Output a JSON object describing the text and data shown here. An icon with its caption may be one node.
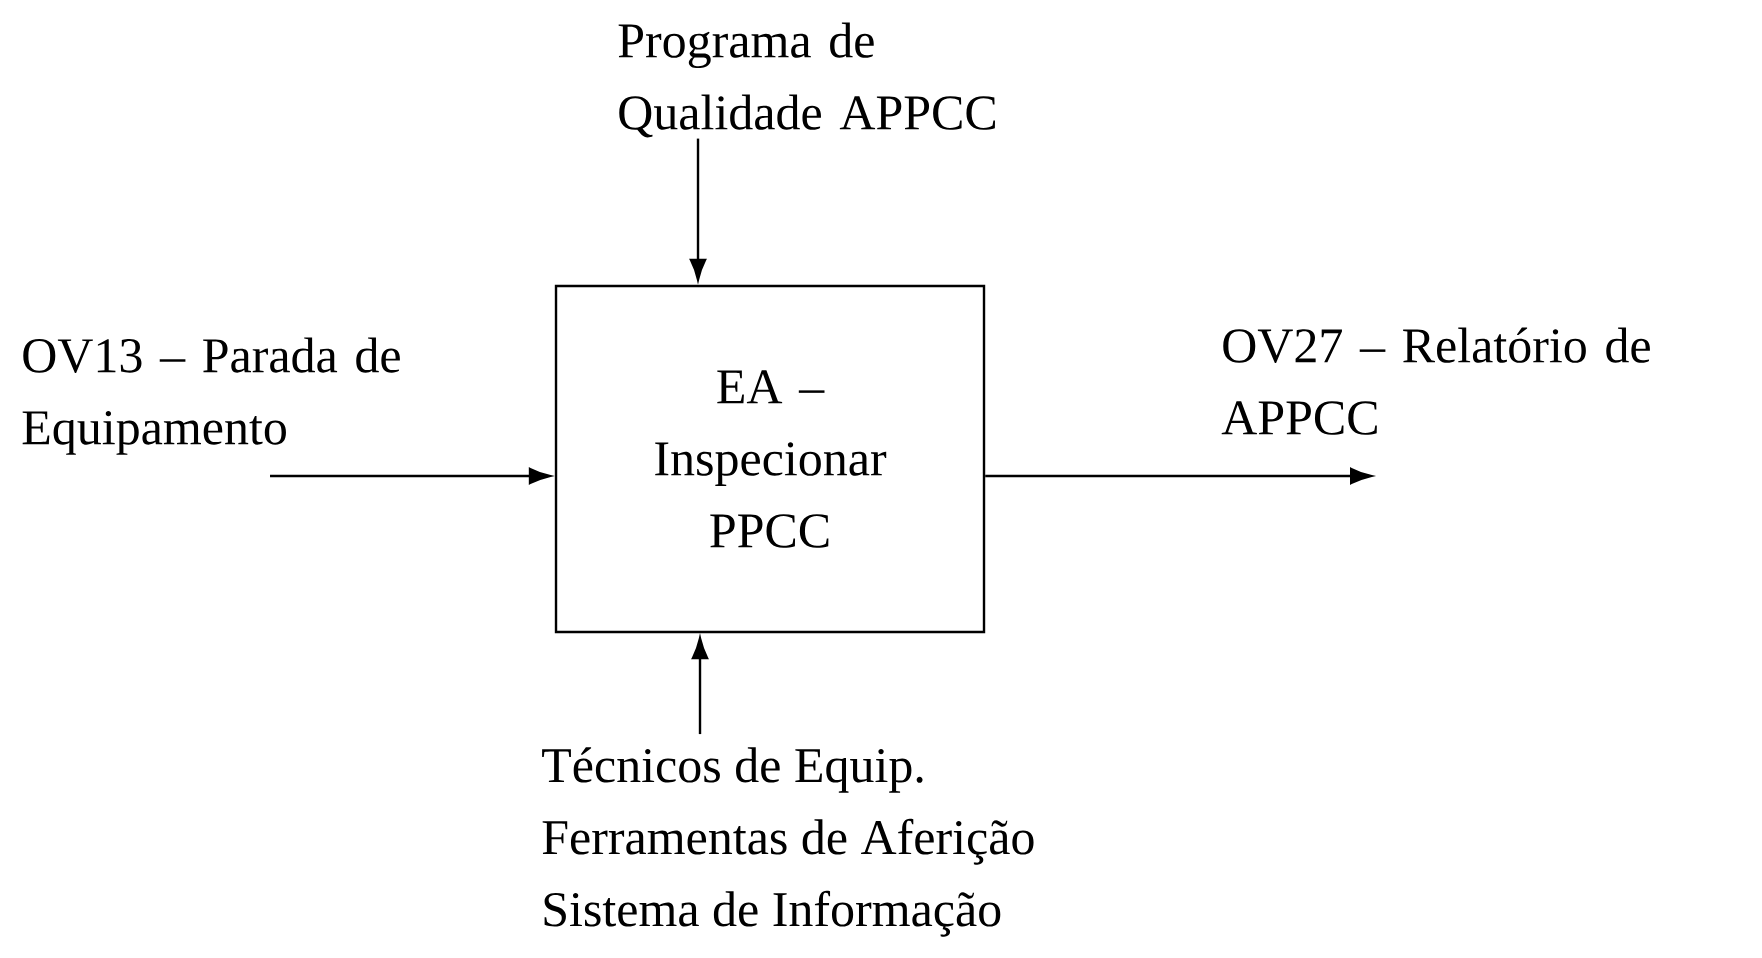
{
  "diagram": {
    "nodes": [
      {
        "text": [
          "Programa de Qualidade APPCC"
        ]
      },
      {
        "text": [
          "EA – Inspecionar PPCC"
        ]
      },
      {
        "text": [
          "Técnicos de Equip.",
          "Ferramentas de Aferição",
          "Sistema de Informação"
        ]
      }
    ],
    "edges": [
      {
        "from": 0,
        "to": 1,
        "arrow": "to"
      },
      {
        "from": null,
        "to": 1,
        "arrow": "to",
        "label": "OV13 – Parada de Equipamento"
      },
      {
        "from": 1,
        "to": null,
        "arrow": "to",
        "label": "OV27 – Relatório de APPCC"
      },
      {
        "from": 2,
        "to": 1,
        "arrow": "to"
      }
    ]
  }
}
